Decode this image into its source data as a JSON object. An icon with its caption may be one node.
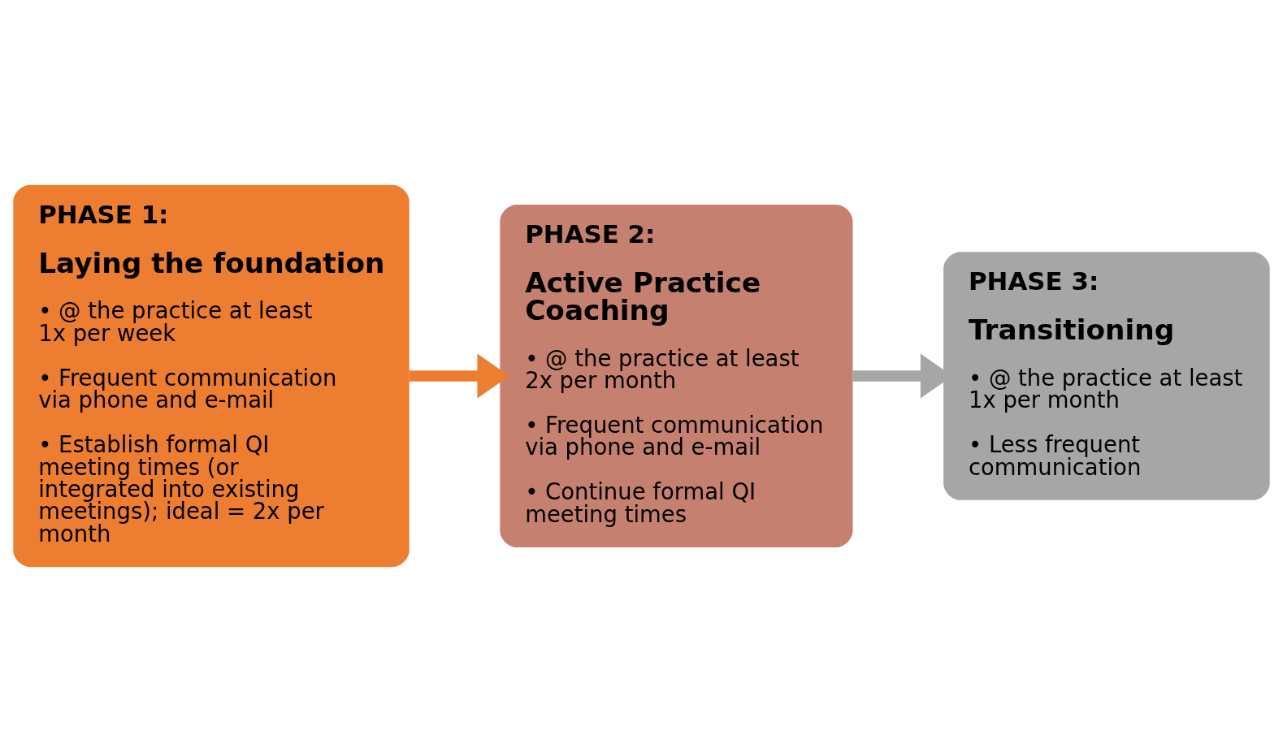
{
  "diagram": {
    "nodes": [
      {
        "text": [
          "PHASE 1:",
          "Laying the foundation",
          "• @ the practice at least 1x per week",
          "• Frequent communication via phone and e-mail",
          "• Establish formal QI meeting times (or integrated into existing meetings); ideal = 2x per month"
        ]
      },
      {
        "text": [
          "PHASE 2:",
          "Active Practice Coaching",
          "• @ the practice at least 2x per month",
          "• Frequent communication via phone and e-mail",
          "• Continue formal QI meeting times"
        ]
      },
      {
        "text": [
          "PHASE 3:",
          "Transitioning",
          "• @ the practice at least 1x per month",
          "• Less frequent communication"
        ]
      }
    ],
    "edges": [
      {
        "from": 0,
        "to": 1,
        "arrow": "to",
        "color": "#ed7d31"
      },
      {
        "from": 1,
        "to": 2,
        "arrow": "to",
        "color": "#a6a6a6"
      }
    ]
  }
}
